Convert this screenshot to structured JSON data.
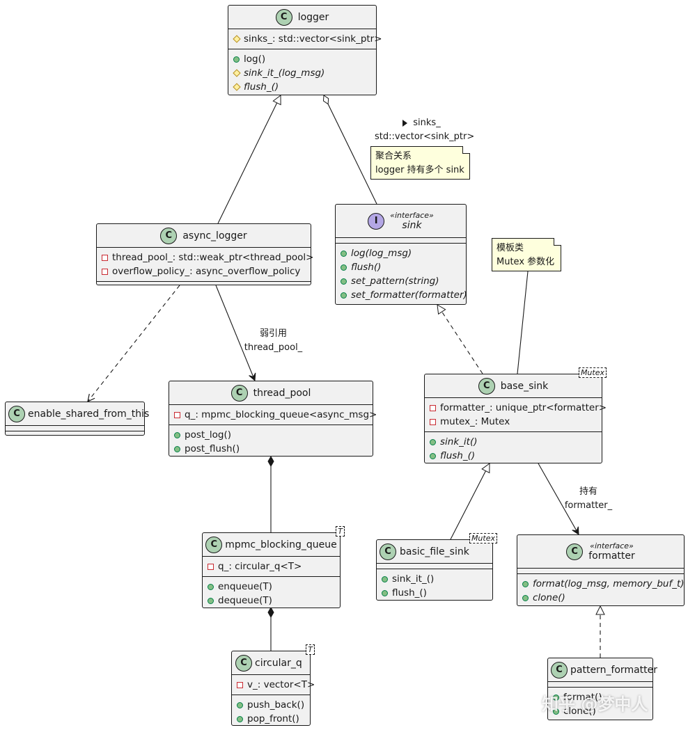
{
  "logger": {
    "name": "logger",
    "fields": [
      "sinks_: std::vector<sink_ptr>"
    ],
    "methods": [
      "log()",
      "sink_it_(log_msg)",
      "flush_()"
    ]
  },
  "async_logger": {
    "name": "async_logger",
    "fields": [
      "thread_pool_: std::weak_ptr<thread_pool>",
      "overflow_policy_: async_overflow_policy"
    ]
  },
  "sink": {
    "stereotype": "«interface»",
    "name": "sink",
    "methods": [
      "log(log_msg)",
      "flush()",
      "set_pattern(string)",
      "set_formatter(formatter)"
    ]
  },
  "enable_shared": {
    "name": "enable_shared_from_this"
  },
  "thread_pool": {
    "name": "thread_pool",
    "fields": [
      "q_: mpmc_blocking_queue<async_msg>"
    ],
    "methods": [
      "post_log()",
      "post_flush()"
    ]
  },
  "base_sink": {
    "name": "base_sink",
    "template_param": "Mutex",
    "fields": [
      "formatter_: unique_ptr<formatter>",
      "mutex_: Mutex"
    ],
    "methods": [
      "sink_it()",
      "flush_()"
    ]
  },
  "mpmc": {
    "name": "mpmc_blocking_queue",
    "template_param": "T",
    "fields": [
      "q_: circular_q<T>"
    ],
    "methods": [
      "enqueue(T)",
      "dequeue(T)"
    ]
  },
  "basic_file_sink": {
    "name": "basic_file_sink",
    "template_param": "Mutex",
    "methods": [
      "sink_it_()",
      "flush_()"
    ]
  },
  "formatter": {
    "stereotype": "«interface»",
    "name": "formatter",
    "methods": [
      "format(log_msg, memory_buf_t)",
      "clone()"
    ]
  },
  "circular_q": {
    "name": "circular_q",
    "template_param": "T",
    "fields": [
      "v_: vector<T>"
    ],
    "methods": [
      "push_back()",
      "pop_front()"
    ]
  },
  "pattern_formatter": {
    "name": "pattern_formatter",
    "methods": [
      "format()",
      "clone()"
    ]
  },
  "labels": {
    "sinks_name": "sinks_",
    "sinks_type": "std::vector<sink_ptr>",
    "weak_line1": "弱引用",
    "weak_line2": "thread_pool_",
    "has_line1": "持有",
    "has_line2": "formatter_"
  },
  "notes": {
    "aggregation_line1": "聚合关系",
    "aggregation_line2": "logger 持有多个 sink",
    "template_line1": "模板类",
    "template_line2": "Mutex 参数化"
  },
  "watermark": "知乎 @梦中人",
  "colors": {
    "class_fill": "#f1f1f1",
    "class_icon": "#add1b2",
    "interface_icon": "#b4a7e5",
    "note_fill": "#feffdd",
    "line": "#181818"
  }
}
